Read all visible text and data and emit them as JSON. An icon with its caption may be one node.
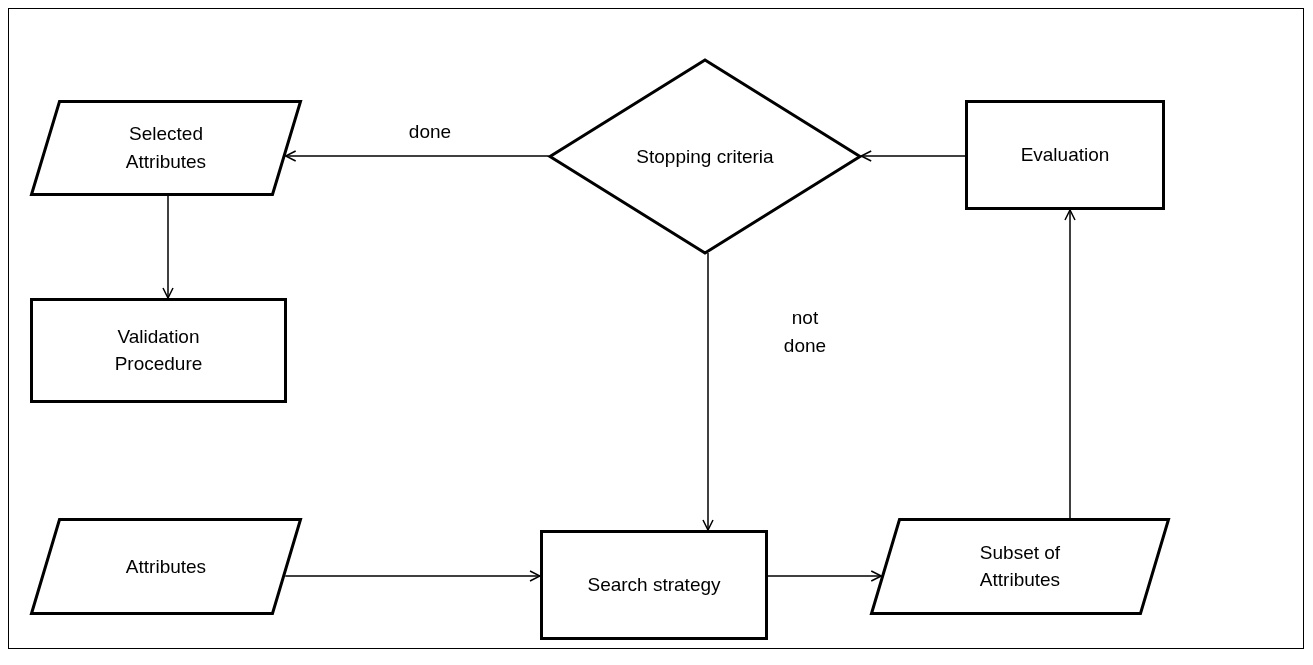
{
  "diagram": {
    "nodes": [
      {
        "text": [
          "Selected Attributes"
        ]
      },
      {
        "text": [
          "Stopping criteria"
        ]
      },
      {
        "text": [
          "Evaluation"
        ]
      },
      {
        "text": [
          "Validation Procedure"
        ]
      },
      {
        "text": [
          "Attributes"
        ]
      },
      {
        "text": [
          "Search strategy"
        ]
      },
      {
        "text": [
          "Subset of Attributes"
        ]
      }
    ],
    "edges": [
      {
        "from": 1,
        "to": 0,
        "arrow": "to",
        "label": "done"
      },
      {
        "from": 0,
        "to": 3,
        "arrow": "to"
      },
      {
        "from": 1,
        "to": 5,
        "arrow": "to",
        "label": "not done"
      },
      {
        "from": 4,
        "to": 5,
        "arrow": "to"
      },
      {
        "from": 5,
        "to": 6,
        "arrow": "to"
      },
      {
        "from": 6,
        "to": 2,
        "arrow": "to"
      },
      {
        "from": 2,
        "to": 1,
        "arrow": "to"
      }
    ]
  }
}
